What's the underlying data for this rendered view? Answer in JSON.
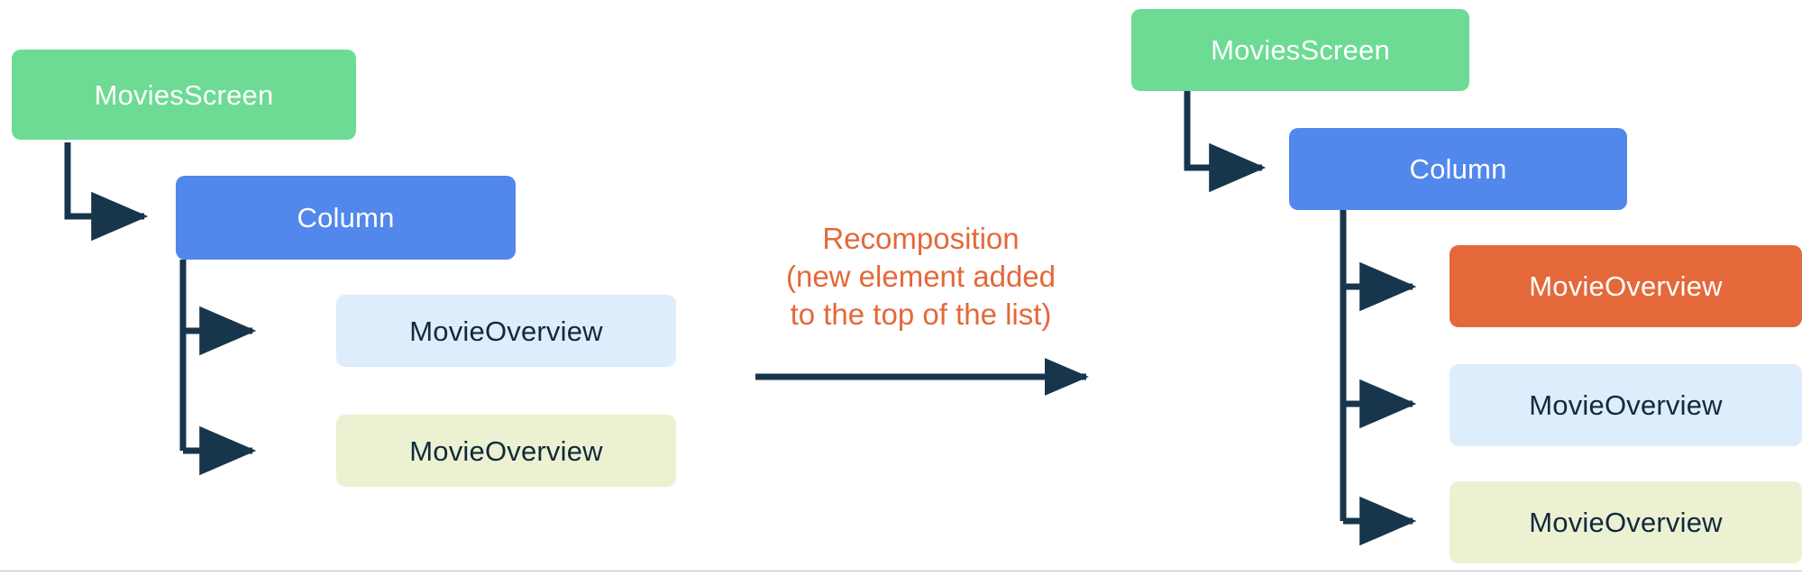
{
  "diagram": {
    "title": "Recomposition of a Column list with a new element added at the top",
    "colors": {
      "screen_green": "#6ddb94",
      "column_blue": "#5287ec",
      "item_light_blue": "#ddedfb",
      "item_light_yellow": "#ecf1d2",
      "item_orange": "#e4683a",
      "edge_navy": "#18364b",
      "caption_orange": "#e4683a",
      "divider_gray": "#bdbdbd",
      "background": "#ffffff"
    },
    "before": {
      "label": "before-recomposition-tree",
      "root": {
        "label": "MoviesScreen",
        "style": "screen_green"
      },
      "column": {
        "label": "Column",
        "style": "column_blue"
      },
      "items": [
        {
          "label": "MovieOverview",
          "style": "item_light_blue"
        },
        {
          "label": "MovieOverview",
          "style": "item_light_yellow"
        }
      ]
    },
    "transition": {
      "caption": "Recomposition\n(new element added\nto the top of the list)",
      "caption_lines": [
        "Recomposition",
        "(new element added",
        "to the top of the list)"
      ],
      "arrow": "right-arrow-icon"
    },
    "after": {
      "label": "after-recomposition-tree",
      "root": {
        "label": "MoviesScreen",
        "style": "screen_green"
      },
      "column": {
        "label": "Column",
        "style": "column_blue"
      },
      "items": [
        {
          "label": "MovieOverview",
          "style": "item_orange"
        },
        {
          "label": "MovieOverview",
          "style": "item_light_blue"
        },
        {
          "label": "MovieOverview",
          "style": "item_light_yellow"
        }
      ]
    }
  }
}
